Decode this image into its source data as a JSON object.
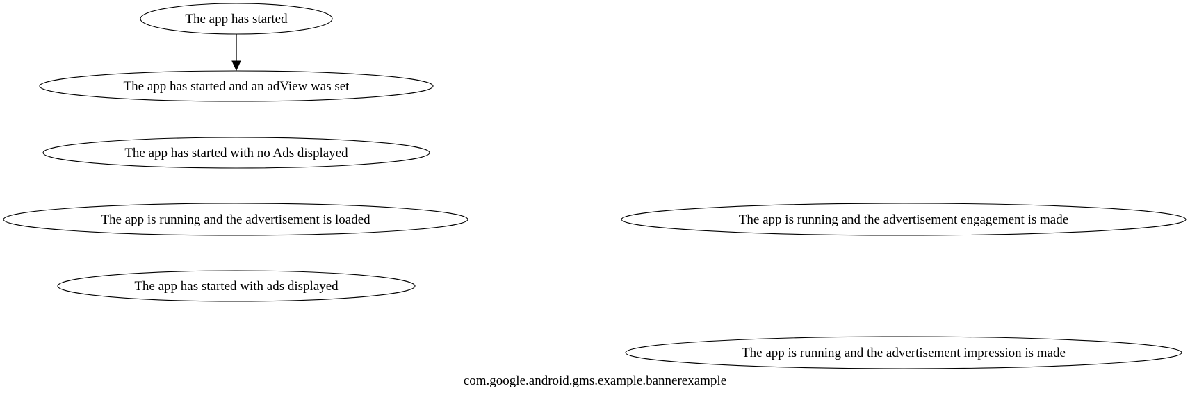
{
  "graph": {
    "label": "com.google.android.gms.example.bannerexample",
    "nodes": [
      {
        "id": "started",
        "label": "The app has started"
      },
      {
        "id": "adview_set",
        "label": "The app has started and an adView was set"
      },
      {
        "id": "no_ads",
        "label": "The app has started with no Ads displayed"
      },
      {
        "id": "ad_loaded",
        "label": "The app is running and the advertisement is loaded"
      },
      {
        "id": "engagement",
        "label": "The app is running and the advertisement engagement is made"
      },
      {
        "id": "ads_displayed",
        "label": "The app has started with ads displayed"
      },
      {
        "id": "impression",
        "label": "The app is running and the advertisement impression is made"
      }
    ],
    "edges": [
      {
        "from": "started",
        "to": "adview_set"
      }
    ]
  }
}
